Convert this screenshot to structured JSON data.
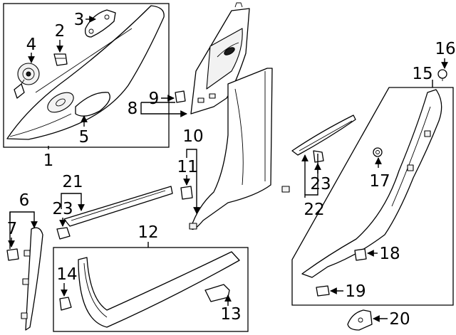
{
  "callouts": [
    {
      "id": "1",
      "label": "1"
    },
    {
      "id": "2",
      "label": "2"
    },
    {
      "id": "3",
      "label": "3"
    },
    {
      "id": "4",
      "label": "4"
    },
    {
      "id": "5",
      "label": "5"
    },
    {
      "id": "6",
      "label": "6"
    },
    {
      "id": "7",
      "label": "7"
    },
    {
      "id": "8",
      "label": "8"
    },
    {
      "id": "9",
      "label": "9"
    },
    {
      "id": "10",
      "label": "10"
    },
    {
      "id": "11",
      "label": "11"
    },
    {
      "id": "12",
      "label": "12"
    },
    {
      "id": "13",
      "label": "13"
    },
    {
      "id": "14",
      "label": "14"
    },
    {
      "id": "15",
      "label": "15"
    },
    {
      "id": "16",
      "label": "16"
    },
    {
      "id": "17",
      "label": "17"
    },
    {
      "id": "18",
      "label": "18"
    },
    {
      "id": "19",
      "label": "19"
    },
    {
      "id": "20",
      "label": "20"
    },
    {
      "id": "21",
      "label": "21"
    },
    {
      "id": "22",
      "label": "22"
    },
    {
      "id": "23a",
      "label": "23"
    },
    {
      "id": "23b",
      "label": "23"
    }
  ]
}
